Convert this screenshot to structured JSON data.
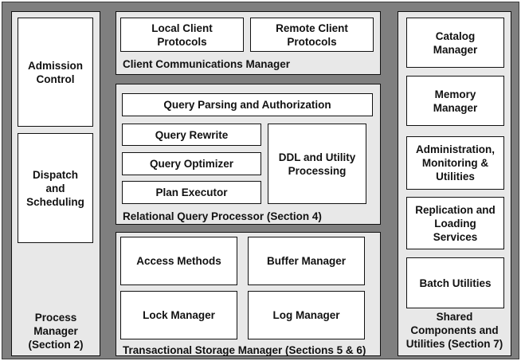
{
  "process_manager": {
    "title": "Process\nManager\n(Section 2)",
    "admission_control": "Admission\nControl",
    "dispatch_scheduling": "Dispatch\nand\nScheduling"
  },
  "client_comm": {
    "title": "Client Communications Manager",
    "local_protocols": "Local Client\nProtocols",
    "remote_protocols": "Remote Client\nProtocols"
  },
  "relational_qp": {
    "title": "Relational Query Processor (Section 4)",
    "parsing": "Query Parsing and Authorization",
    "rewrite": "Query Rewrite",
    "optimizer": "Query Optimizer",
    "executor": "Plan Executor",
    "ddl": "DDL and Utility\nProcessing"
  },
  "storage": {
    "title": "Transactional Storage Manager (Sections 5 & 6)",
    "access_methods": "Access Methods",
    "buffer_manager": "Buffer Manager",
    "lock_manager": "Lock Manager",
    "log_manager": "Log Manager"
  },
  "shared": {
    "title": "Shared\nComponents and\nUtilities (Section 7)",
    "catalog": "Catalog\nManager",
    "memory": "Memory\nManager",
    "admin": "Administration,\nMonitoring &\nUtilities",
    "replication": "Replication and\nLoading\nServices",
    "batch": "Batch Utilities"
  }
}
